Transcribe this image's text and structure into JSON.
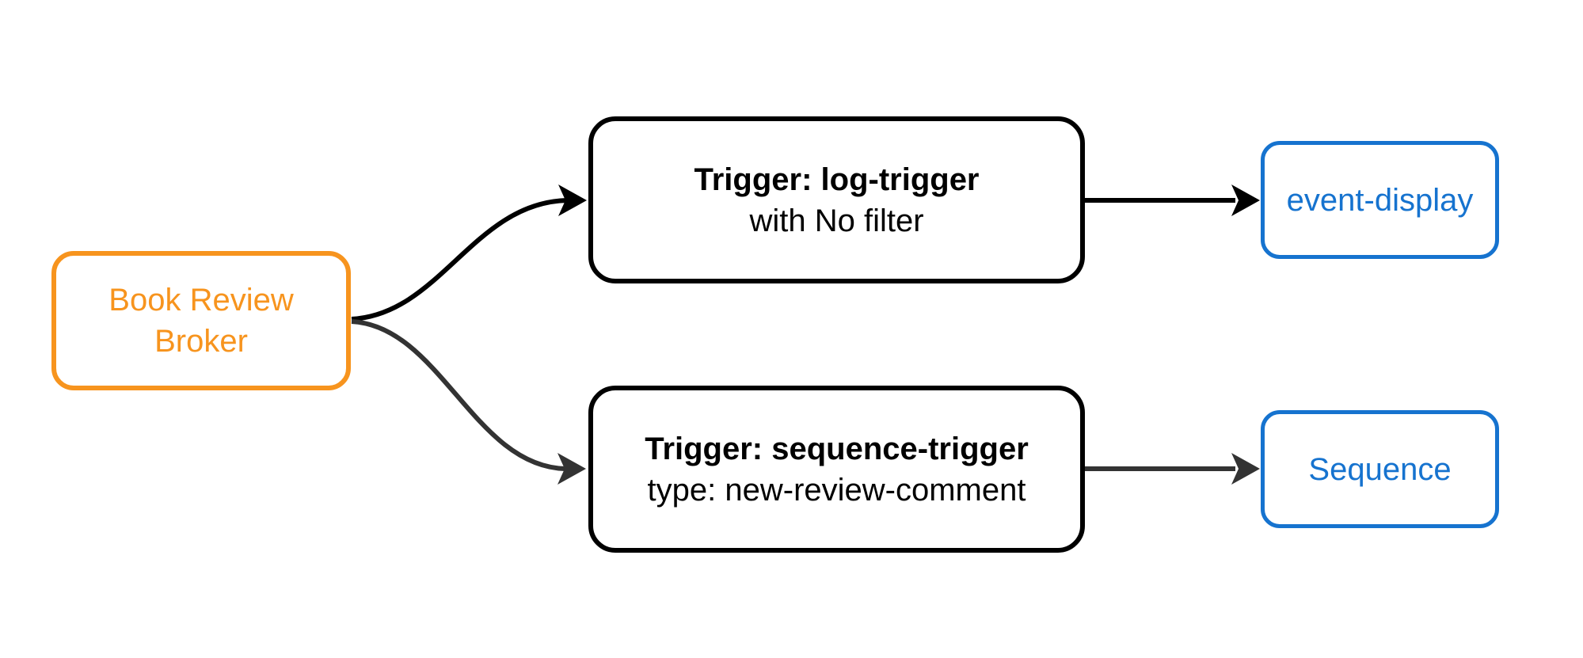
{
  "colors": {
    "canvas-bg": "#FFFFFF",
    "broker-accent": "#F7941E",
    "trigger-border": "#000000",
    "trigger-text": "#000000",
    "output-accent": "#1673CF",
    "edge-primary": "#000000",
    "edge-secondary": "#333333"
  },
  "diagram": {
    "broker": {
      "label": "Book Review Broker"
    },
    "trigger_log": {
      "title": "Trigger: log-trigger",
      "subtitle": "with No filter"
    },
    "trigger_sequence": {
      "title": "Trigger: sequence-trigger",
      "subtitle": "type: new-review-comment"
    },
    "event_display": {
      "label": "event-display"
    },
    "sequence": {
      "label": "Sequence"
    }
  }
}
